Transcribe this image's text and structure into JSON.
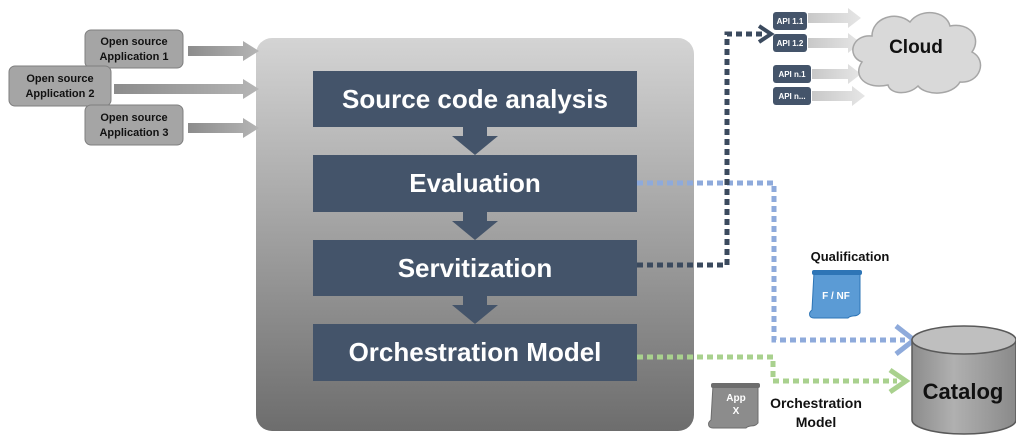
{
  "inputs": [
    {
      "line1": "Open source",
      "line2": "Application 1"
    },
    {
      "line1": "Open source",
      "line2": "Application 2"
    },
    {
      "line1": "Open source",
      "line2": "Application 3"
    }
  ],
  "pipeline_steps": [
    "Source code analysis",
    "Evaluation",
    "Servitization",
    "Orchestration Model"
  ],
  "apis": [
    "API 1.1",
    "API 1.2",
    "API n.1",
    "API n..."
  ],
  "cloud_label": "Cloud",
  "qualification": {
    "title": "Qualification",
    "doc_label": "F / NF"
  },
  "catalog_label": "Catalog",
  "app_doc": {
    "line1": "App",
    "line2": "X"
  },
  "orchestration_caption": {
    "line1": "Orchestration",
    "line2": "Model"
  },
  "colors": {
    "step_box": "#44546a",
    "blue_link": "#8eaadb",
    "dark_link": "#3b4a5e",
    "green_link": "#a9d18e",
    "catalog": "#a6a6a6",
    "qualification_doc": "#5b9bd5"
  }
}
